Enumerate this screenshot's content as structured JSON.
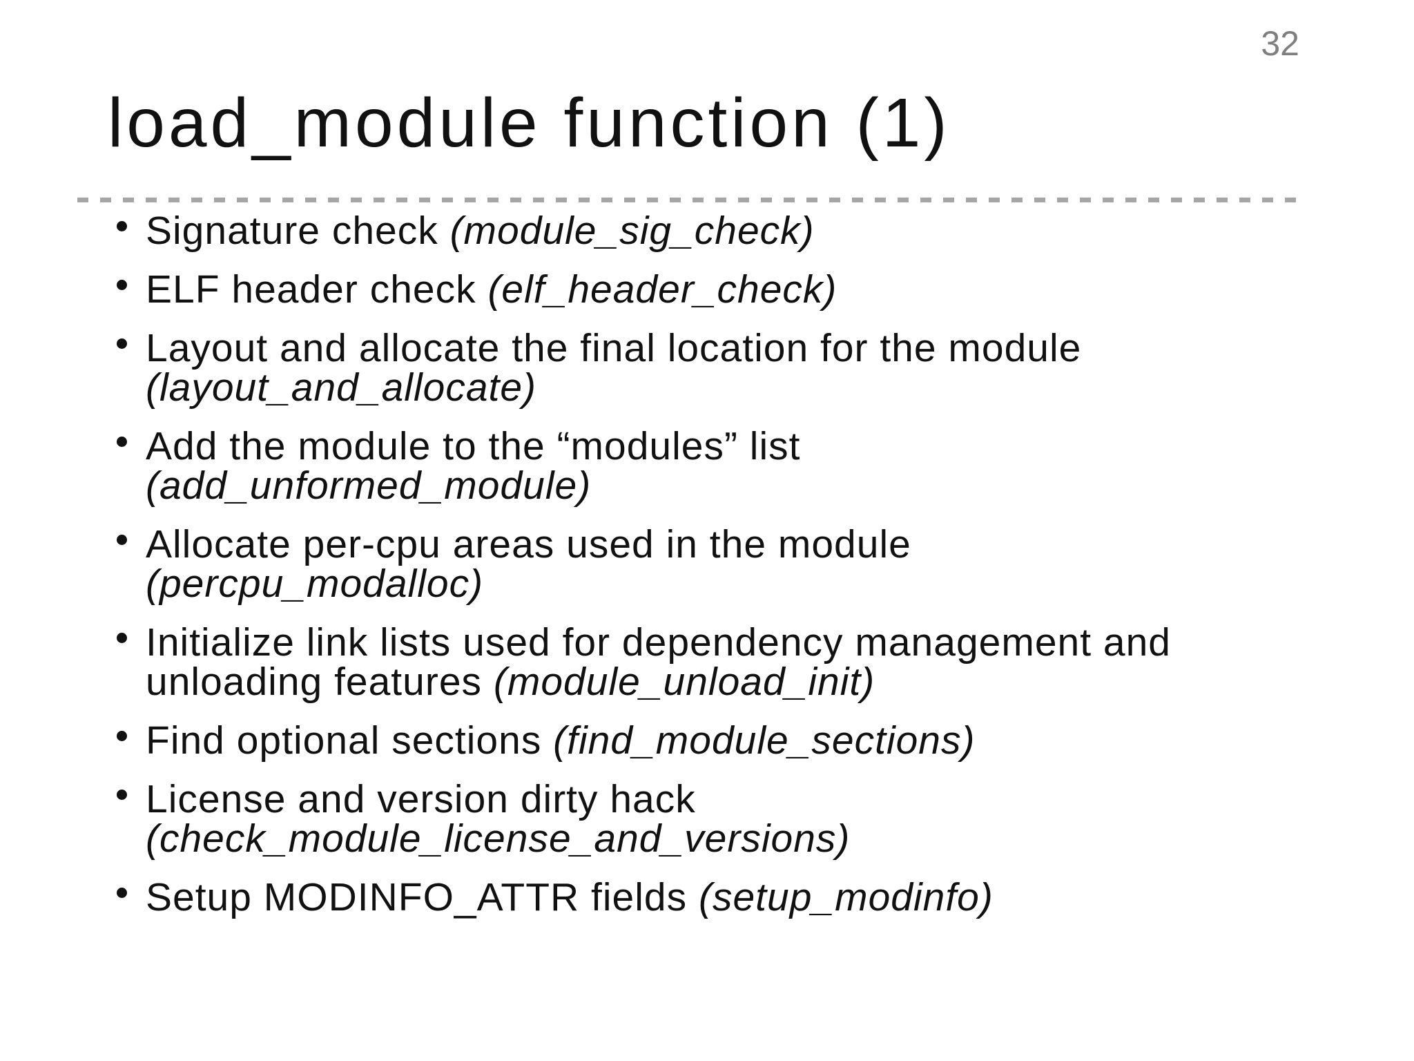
{
  "slide": {
    "page_number": "32",
    "title": "load_module function (1)",
    "colors": {
      "text": "#111111",
      "page_number": "#7f7f7f",
      "separator_dashes": "#a6a6a6",
      "background": "#ffffff"
    },
    "bullets": [
      {
        "lines": [
          [
            {
              "t": "Signature check ",
              "i": false
            },
            {
              "t": "(module_sig_check)",
              "i": true
            }
          ]
        ]
      },
      {
        "lines": [
          [
            {
              "t": "ELF header check ",
              "i": false
            },
            {
              "t": "(elf_header_check)",
              "i": true
            }
          ]
        ]
      },
      {
        "lines": [
          [
            {
              "t": "Layout and allocate the final location for the module",
              "i": false
            }
          ],
          [
            {
              "t": "(layout_and_allocate)",
              "i": true
            }
          ]
        ]
      },
      {
        "lines": [
          [
            {
              "t": "Add the module to the “modules” list",
              "i": false
            }
          ],
          [
            {
              "t": "(add_unformed_module)",
              "i": true
            }
          ]
        ]
      },
      {
        "lines": [
          [
            {
              "t": "Allocate per-cpu areas used in the module",
              "i": false
            }
          ],
          [
            {
              "t": "(percpu_modalloc)",
              "i": true
            }
          ]
        ]
      },
      {
        "lines": [
          [
            {
              "t": "Initialize link lists used for dependency management and",
              "i": false
            }
          ],
          [
            {
              "t": "unloading features ",
              "i": false
            },
            {
              "t": "(module_unload_init)",
              "i": true
            }
          ]
        ]
      },
      {
        "lines": [
          [
            {
              "t": "Find optional sections ",
              "i": false
            },
            {
              "t": "(find_module_sections)",
              "i": true
            }
          ]
        ]
      },
      {
        "lines": [
          [
            {
              "t": "License and version dirty hack",
              "i": false
            }
          ],
          [
            {
              "t": "(check_module_license_and_versions)",
              "i": true
            }
          ]
        ]
      },
      {
        "lines": [
          [
            {
              "t": "Setup MODINFO_ATTR fields ",
              "i": false
            },
            {
              "t": "(setup_modinfo)",
              "i": true
            }
          ]
        ]
      }
    ]
  }
}
